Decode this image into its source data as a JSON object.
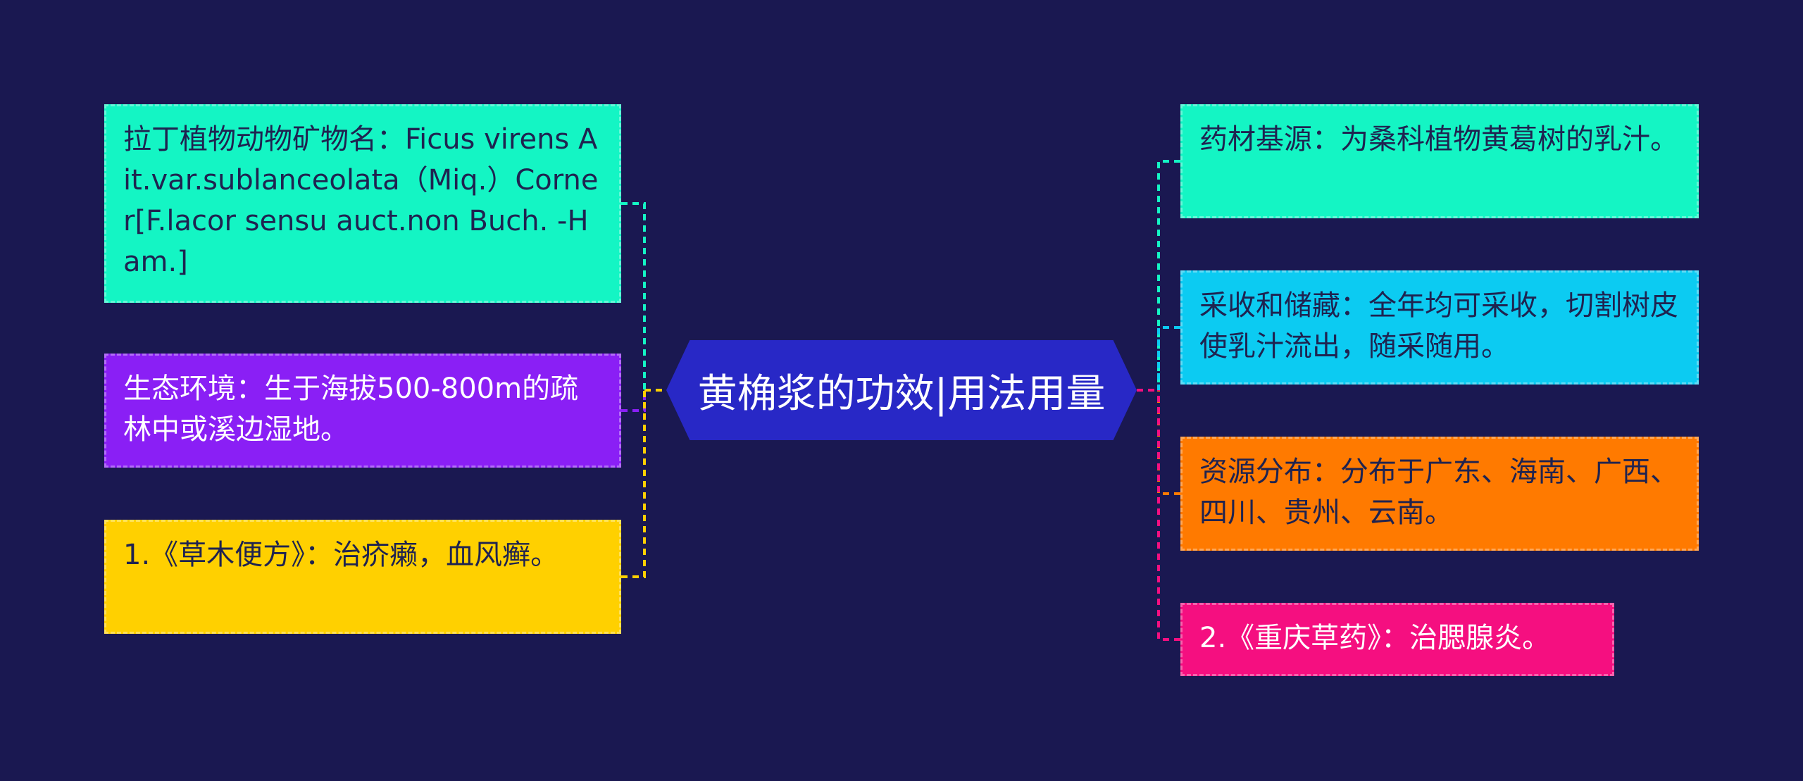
{
  "center_topic": "黄桷浆的功效|用法用量",
  "left_nodes": [
    {
      "text": "拉丁植物动物矿物名：Ficus virens Ait.var.sublanceolata（Miq.）Corner[F.lacor sensu auct.non Buch. -Ham.]",
      "color": "#14f5c4",
      "text_color": "#1f2350"
    },
    {
      "text": "生态环境：生于海拔500-800m的疏林中或溪边湿地。",
      "color": "#8a1ff5",
      "text_color": "#ffffff"
    },
    {
      "text": "1.《草木便方》：治疥癞，血风癣。",
      "color": "#ffd000",
      "text_color": "#1f2350"
    }
  ],
  "right_nodes": [
    {
      "text": "药材基源：为桑科植物黄葛树的乳汁。",
      "color": "#14f5c4",
      "text_color": "#1f2350"
    },
    {
      "text": "采收和储藏：全年均可采收，切割树皮使乳汁流出，随采随用。",
      "color": "#0ccbf2",
      "text_color": "#1f2350"
    },
    {
      "text": "资源分布：分布于广东、海南、广西、四川、贵州、云南。",
      "color": "#ff7a00",
      "text_color": "#1f2350"
    },
    {
      "text": "2.《重庆草药》：治腮腺炎。",
      "color": "#f50f80",
      "text_color": "#ffffff"
    }
  ]
}
